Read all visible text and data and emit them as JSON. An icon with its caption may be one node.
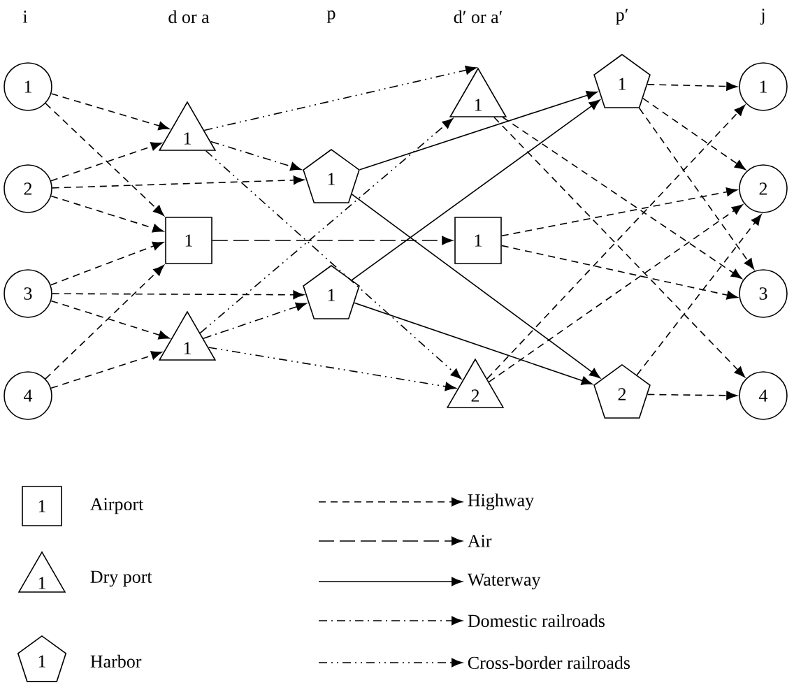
{
  "diagram": {
    "nodes": [
      {
        "text": [
          "1"
        ]
      },
      {
        "text": [
          "2"
        ]
      },
      {
        "text": [
          "3"
        ]
      },
      {
        "text": [
          "4"
        ]
      },
      {
        "text": [
          "1"
        ]
      },
      {
        "text": [
          "1"
        ]
      },
      {
        "text": [
          "1"
        ]
      },
      {
        "text": [
          "1"
        ]
      },
      {
        "text": [
          "1"
        ]
      },
      {
        "text": [
          "1"
        ]
      },
      {
        "text": [
          "1"
        ]
      },
      {
        "text": [
          "2"
        ]
      },
      {
        "text": [
          "1"
        ]
      },
      {
        "text": [
          "2"
        ]
      },
      {
        "text": [
          "1"
        ]
      },
      {
        "text": [
          "2"
        ]
      },
      {
        "text": [
          "3"
        ]
      },
      {
        "text": [
          "4"
        ]
      }
    ],
    "edges": [
      {
        "from": 0,
        "to": 4,
        "arrow": "to",
        "style": "dashed"
      },
      {
        "from": 0,
        "to": 5,
        "arrow": "to",
        "style": "dashed"
      },
      {
        "from": 1,
        "to": 4,
        "arrow": "to",
        "style": "dashed"
      },
      {
        "from": 1,
        "to": 7,
        "arrow": "to",
        "style": "dashed"
      },
      {
        "from": 1,
        "to": 5,
        "arrow": "to",
        "style": "dashed"
      },
      {
        "from": 2,
        "to": 5,
        "arrow": "to",
        "style": "dashed"
      },
      {
        "from": 2,
        "to": 8,
        "arrow": "to",
        "style": "dashed"
      },
      {
        "from": 2,
        "to": 6,
        "arrow": "to",
        "style": "dashed"
      },
      {
        "from": 3,
        "to": 5,
        "arrow": "to",
        "style": "dashed"
      },
      {
        "from": 3,
        "to": 6,
        "arrow": "to",
        "style": "dashed"
      },
      {
        "from": 4,
        "to": 9,
        "arrow": "to",
        "style": "dashed"
      },
      {
        "from": 4,
        "to": 7,
        "arrow": "to",
        "style": "dashed"
      },
      {
        "from": 4,
        "to": 11,
        "arrow": "to",
        "style": "dashed"
      },
      {
        "from": 5,
        "to": 10,
        "arrow": "to",
        "style": "dashed"
      },
      {
        "from": 6,
        "to": 9,
        "arrow": "to",
        "style": "dashed"
      },
      {
        "from": 6,
        "to": 8,
        "arrow": "to",
        "style": "dashed"
      },
      {
        "from": 6,
        "to": 11,
        "arrow": "to",
        "style": "dashed"
      },
      {
        "from": 7,
        "to": 12,
        "arrow": "to"
      },
      {
        "from": 7,
        "to": 13,
        "arrow": "to"
      },
      {
        "from": 8,
        "to": 12,
        "arrow": "to"
      },
      {
        "from": 8,
        "to": 13,
        "arrow": "to"
      },
      {
        "from": 9,
        "to": 16,
        "arrow": "to",
        "style": "dashed"
      },
      {
        "from": 9,
        "to": 17,
        "arrow": "to",
        "style": "dashed"
      },
      {
        "from": 10,
        "to": 15,
        "arrow": "to",
        "style": "dashed"
      },
      {
        "from": 10,
        "to": 16,
        "arrow": "to",
        "style": "dashed"
      },
      {
        "from": 11,
        "to": 14,
        "arrow": "to",
        "style": "dashed"
      },
      {
        "from": 11,
        "to": 15,
        "arrow": "to",
        "style": "dashed"
      },
      {
        "from": 12,
        "to": 14,
        "arrow": "to",
        "style": "dashed"
      },
      {
        "from": 12,
        "to": 15,
        "arrow": "to",
        "style": "dashed"
      },
      {
        "from": 12,
        "to": 16,
        "arrow": "to",
        "style": "dashed"
      },
      {
        "from": 13,
        "to": 15,
        "arrow": "to",
        "style": "dashed"
      },
      {
        "from": 13,
        "to": 17,
        "arrow": "to",
        "style": "dashed"
      }
    ],
    "labels": [
      "i",
      "d or a",
      "p",
      "d′ or a′",
      "p′",
      "j",
      "1",
      "1",
      "1"
    ],
    "legend": [
      {
        "text": "Airport"
      },
      {
        "text": "Dry port"
      },
      {
        "text": "Harbor"
      },
      {
        "text": "Highway"
      },
      {
        "text": "Air"
      },
      {
        "text": "Waterway"
      },
      {
        "text": "Domestic railroads"
      },
      {
        "text": "Cross-border railroads"
      }
    ]
  }
}
